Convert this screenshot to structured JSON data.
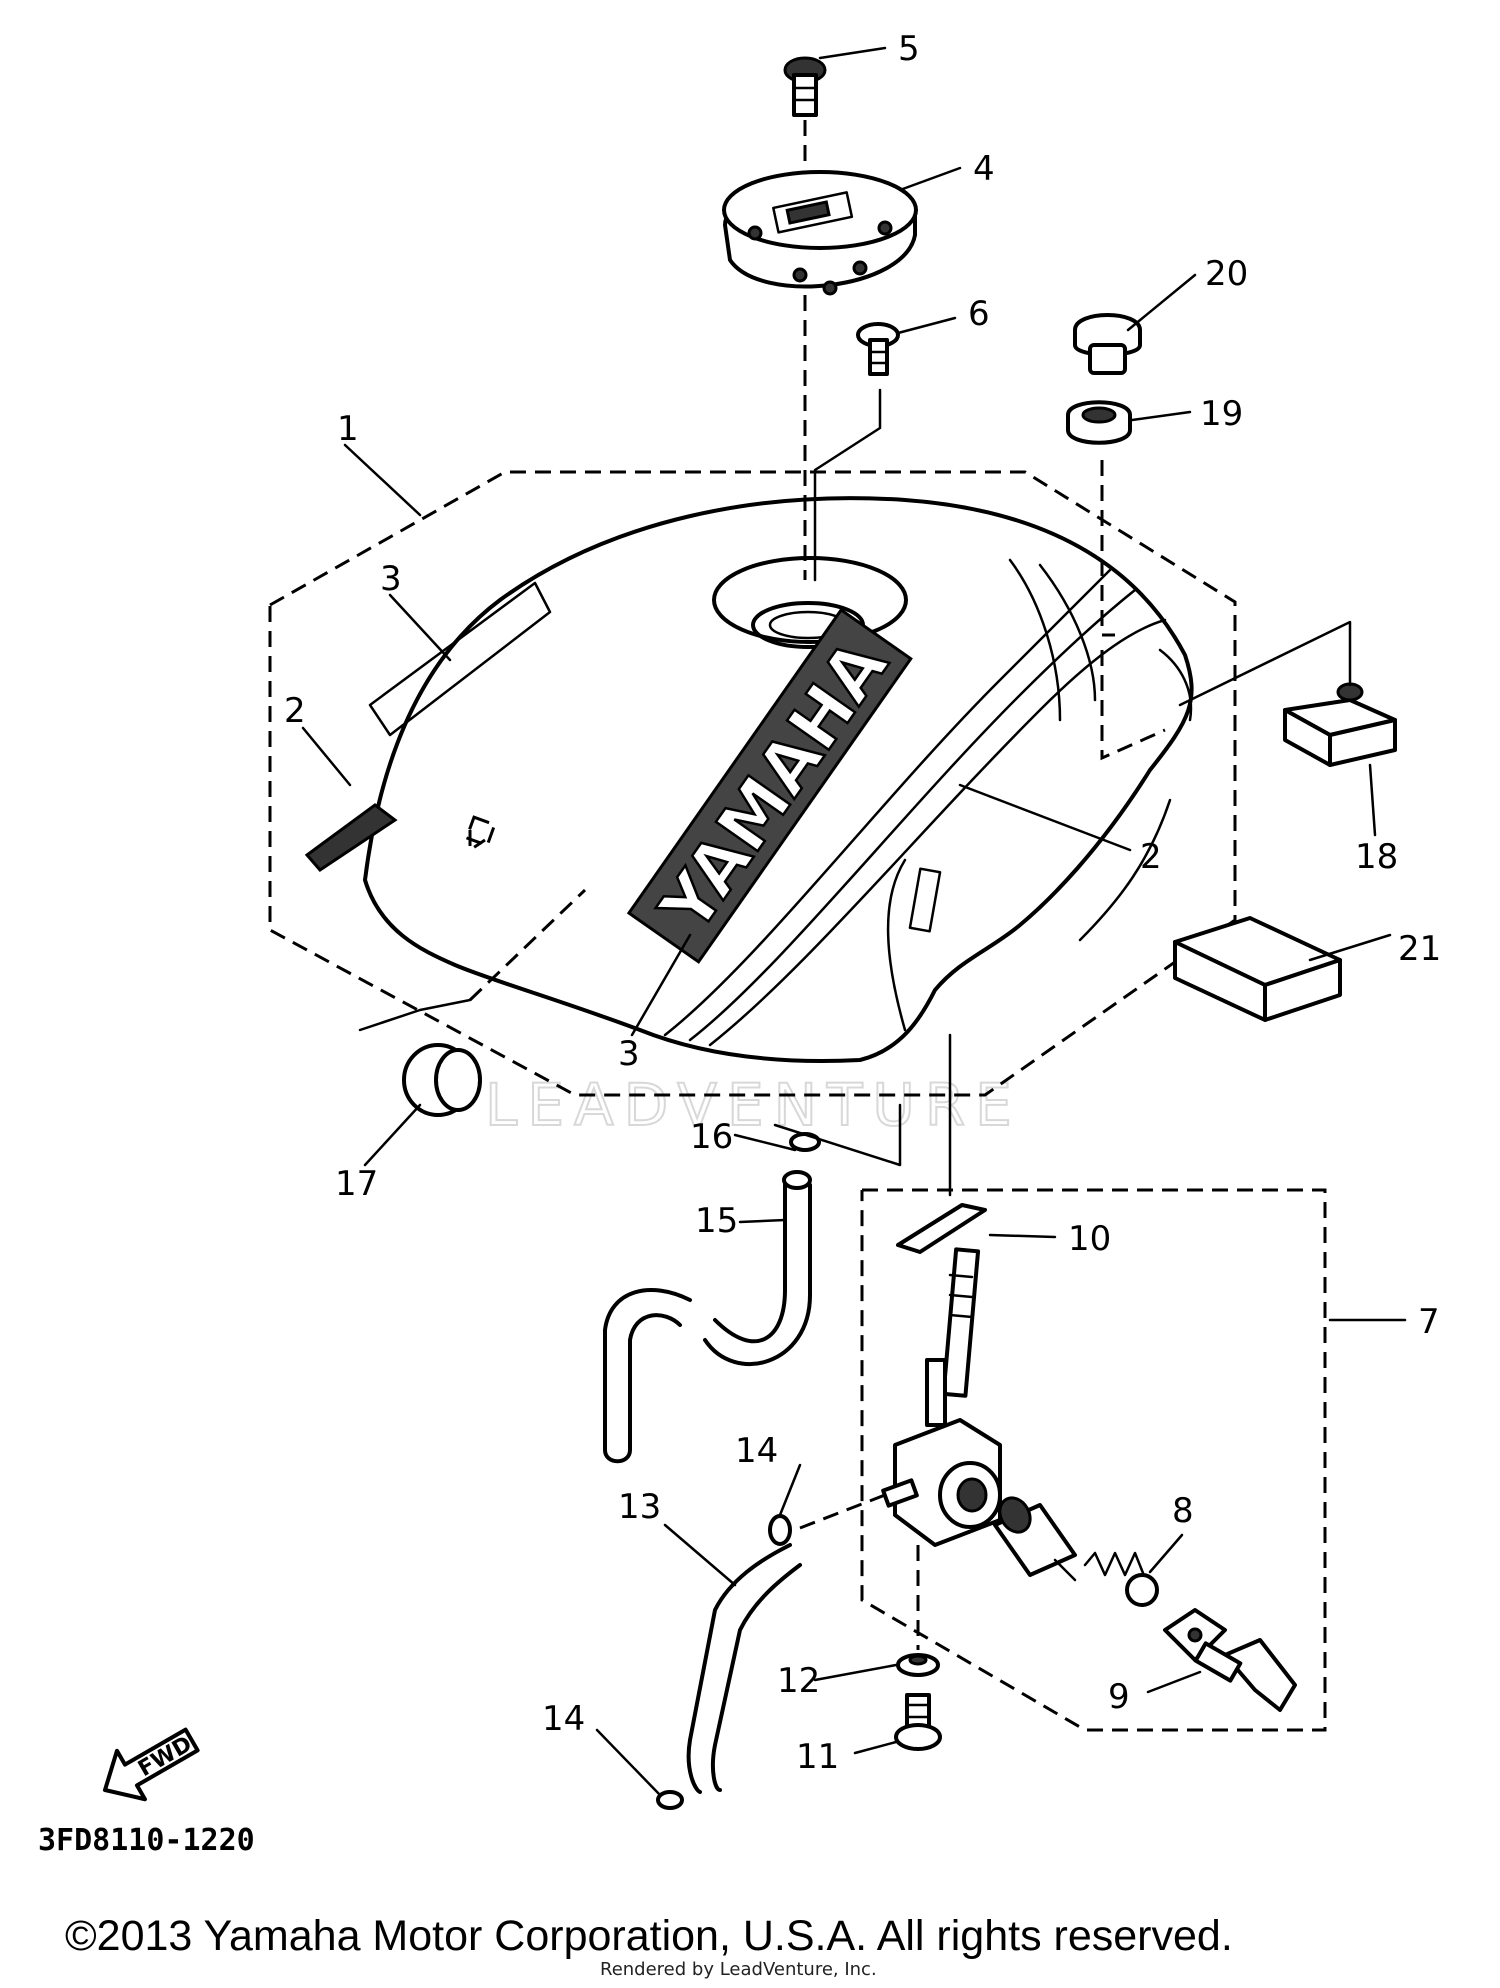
{
  "diagram": {
    "diagram_code": "3FD8110-1220",
    "copyright": "©2013 Yamaha Motor Corporation, U.S.A. All rights reserved.",
    "rendered_by": "Rendered by LeadVenture, Inc.",
    "watermark": "LEADVENTURE",
    "tank_logo": "YAMAHA",
    "direction_marker": "FWD",
    "callouts": {
      "c1": "1",
      "c2a": "2",
      "c2b": "2",
      "c3a": "3",
      "c3b": "3",
      "c4": "4",
      "c5": "5",
      "c6": "6",
      "c7": "7",
      "c8": "8",
      "c9": "9",
      "c10": "10",
      "c11": "11",
      "c12": "12",
      "c13": "13",
      "c14a": "14",
      "c14b": "14",
      "c15": "15",
      "c16": "16",
      "c17": "17",
      "c18": "18",
      "c19": "19",
      "c20": "20",
      "c21": "21"
    }
  }
}
